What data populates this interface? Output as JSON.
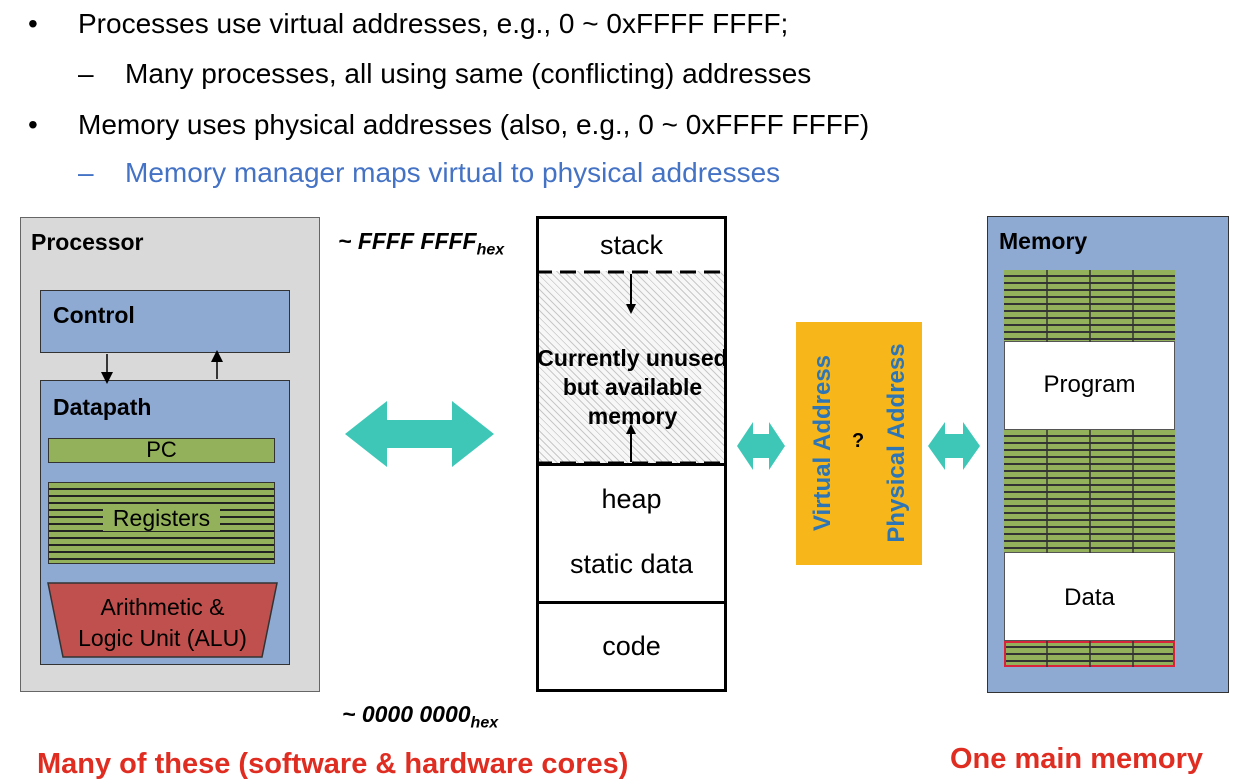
{
  "bullets": {
    "b1": "Processes use virtual addresses, e.g., 0 ~ 0xFFFF FFFF;",
    "b1_sub": "Many processes, all using same (conflicting) addresses",
    "b2": "Memory uses physical addresses (also, e.g., 0 ~ 0xFFFF FFFF)",
    "b2_sub": "Memory manager maps virtual to physical addresses",
    "bullet_char": "•",
    "dash_char": "–"
  },
  "processor": {
    "title": "Processor",
    "control": "Control",
    "datapath": "Datapath",
    "pc": "PC",
    "registers": "Registers",
    "alu_line1": "Arithmetic &",
    "alu_line2": "Logic Unit (ALU)"
  },
  "address_space": {
    "top_addr": "~ FFFF FFFF",
    "top_sub": "hex",
    "bottom_addr": "~ 0000 0000",
    "bottom_sub": "hex",
    "stack": "stack",
    "unused_l1": "Currently unused",
    "unused_l2": "but available",
    "unused_l3": "memory",
    "heap": "heap",
    "static": "static data",
    "code": "code"
  },
  "translator": {
    "virtual": "Virtual Address",
    "question": "?",
    "physical": "Physical Address"
  },
  "memory": {
    "title": "Memory",
    "program": "Program",
    "data": "Data"
  },
  "footer": {
    "left": "Many of these (software & hardware cores)",
    "right": "One main memory"
  },
  "colors": {
    "arrow": "#3ec7b7",
    "accent_blue": "#4472C4",
    "footer_red": "#e02d22",
    "translator_bg": "#f7b71a"
  }
}
